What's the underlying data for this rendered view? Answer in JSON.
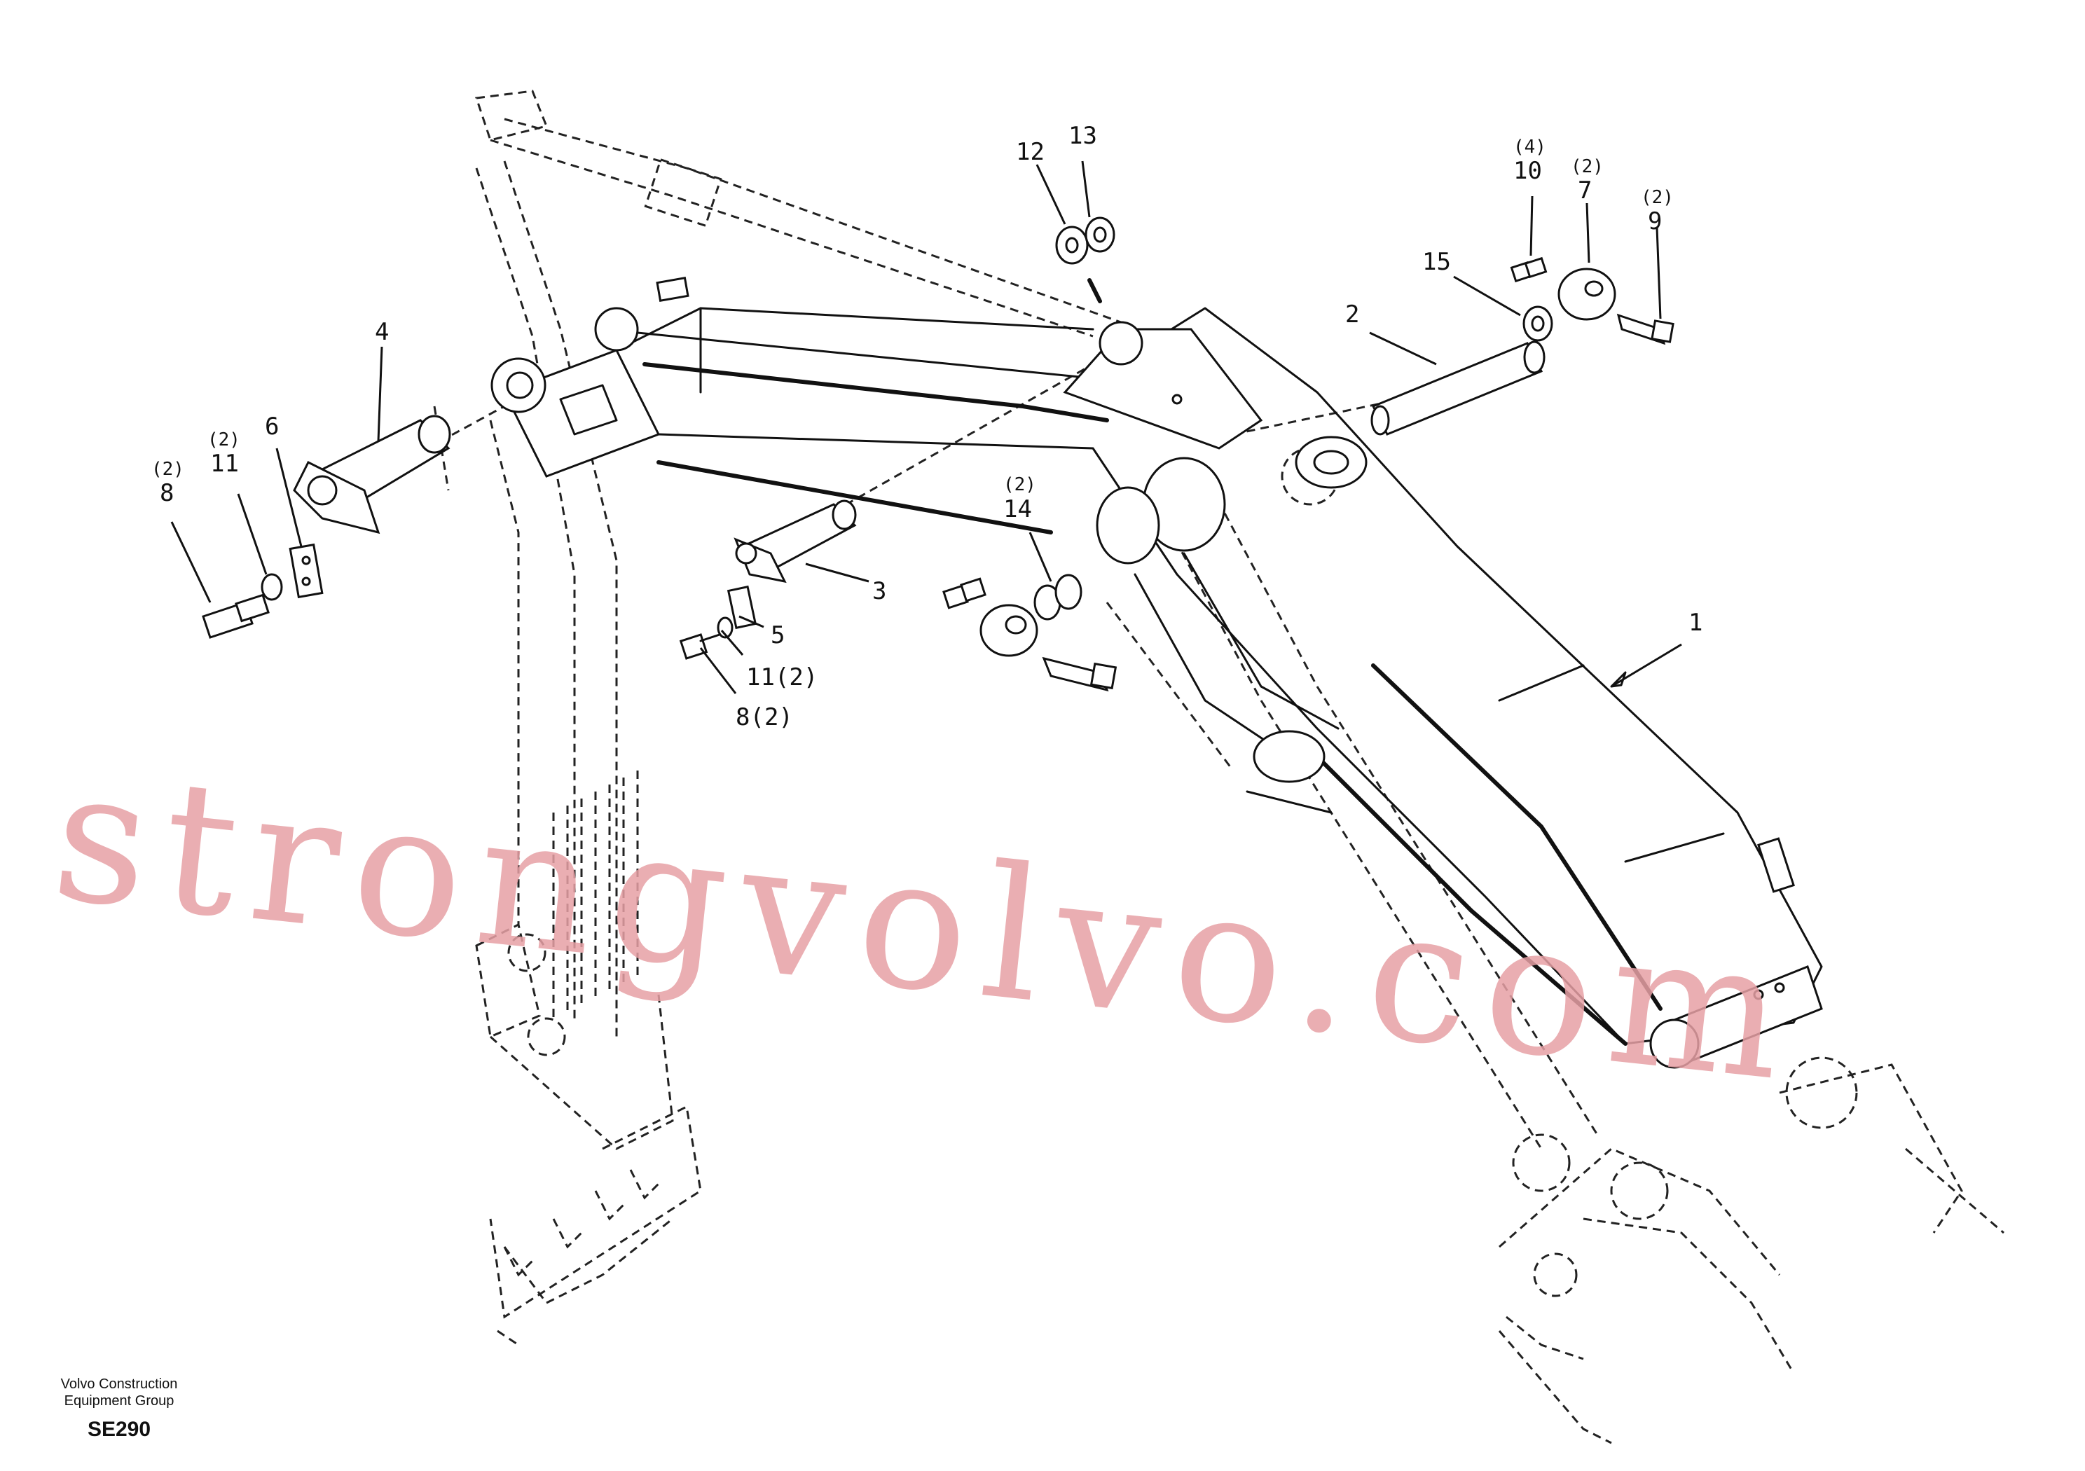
{
  "watermark": "strongvolvo.com",
  "footer": {
    "company_line1": "Volvo Construction",
    "company_line2": "Equipment Group",
    "code": "SE290"
  },
  "callouts": [
    {
      "number": "1",
      "qty": ""
    },
    {
      "number": "2",
      "qty": ""
    },
    {
      "number": "3",
      "qty": ""
    },
    {
      "number": "4",
      "qty": ""
    },
    {
      "number": "5",
      "qty": ""
    },
    {
      "number": "6",
      "qty": ""
    },
    {
      "number": "7",
      "qty": "(2)"
    },
    {
      "number": "8",
      "qty": "(2)"
    },
    {
      "number": "9",
      "qty": "(2)"
    },
    {
      "number": "10",
      "qty": "(4)"
    },
    {
      "number": "11",
      "qty": "(2)"
    },
    {
      "number": "12",
      "qty": ""
    },
    {
      "number": "13",
      "qty": ""
    },
    {
      "number": "14",
      "qty": "(2)"
    },
    {
      "number": "15",
      "qty": ""
    },
    {
      "number": "11(2)",
      "qty": ""
    },
    {
      "number": "8(2)",
      "qty": ""
    }
  ]
}
